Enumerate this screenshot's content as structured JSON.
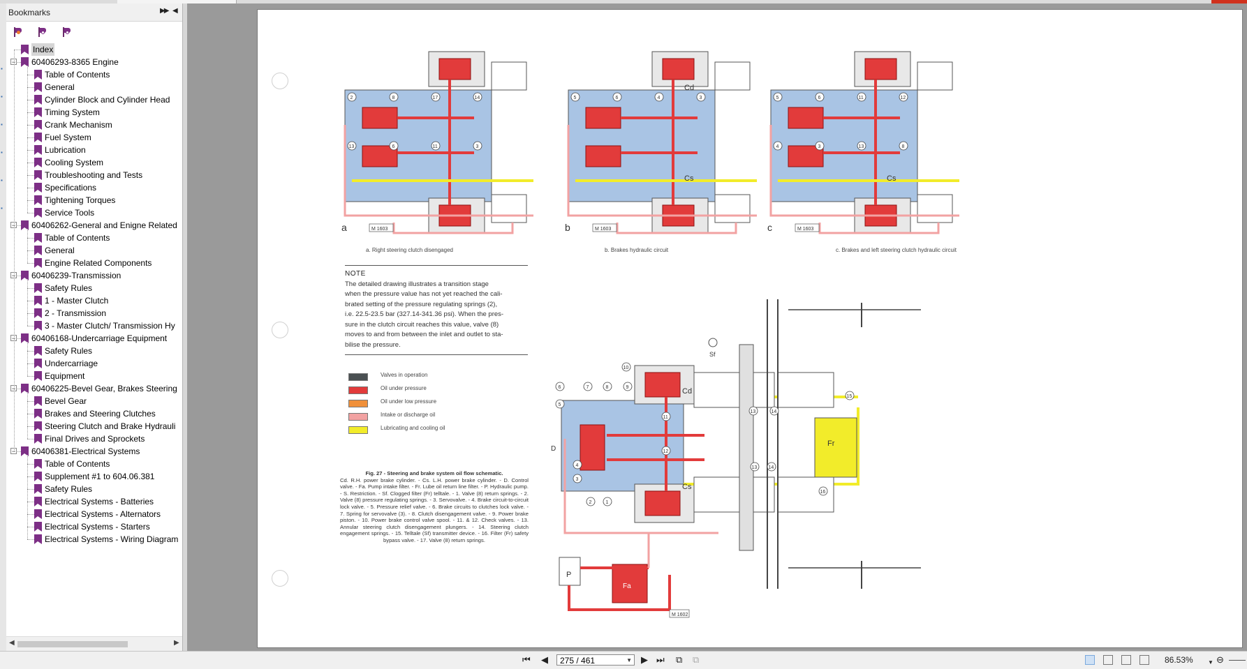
{
  "bookmarks": {
    "title": "Bookmarks",
    "items": [
      {
        "label": "Index",
        "level": 0,
        "selected": true
      },
      {
        "label": "60406293-8365 Engine",
        "level": 0,
        "toggle": "−"
      },
      {
        "label": "Table of Contents",
        "level": 1
      },
      {
        "label": "General",
        "level": 1
      },
      {
        "label": "Cylinder Block and Cylinder Head",
        "level": 1
      },
      {
        "label": "Timing System",
        "level": 1
      },
      {
        "label": "Crank Mechanism",
        "level": 1
      },
      {
        "label": "Fuel System",
        "level": 1
      },
      {
        "label": "Lubrication",
        "level": 1
      },
      {
        "label": "Cooling System",
        "level": 1
      },
      {
        "label": "Troubleshooting and Tests",
        "level": 1
      },
      {
        "label": "Specifications",
        "level": 1
      },
      {
        "label": "Tightening Torques",
        "level": 1
      },
      {
        "label": "Service Tools",
        "level": 1
      },
      {
        "label": "60406262-General and Enigne Related",
        "level": 0,
        "toggle": "−"
      },
      {
        "label": "Table of Contents",
        "level": 1
      },
      {
        "label": "General",
        "level": 1
      },
      {
        "label": "Engine Related Components",
        "level": 1
      },
      {
        "label": "60406239-Transmission",
        "level": 0,
        "toggle": "−"
      },
      {
        "label": "Safety Rules",
        "level": 1
      },
      {
        "label": "1 - Master Clutch",
        "level": 1
      },
      {
        "label": "2 - Transmission",
        "level": 1
      },
      {
        "label": "3 - Master Clutch/ Transmission Hy",
        "level": 1
      },
      {
        "label": "60406168-Undercarriage Equipment",
        "level": 0,
        "toggle": "−"
      },
      {
        "label": "Safety Rules",
        "level": 1
      },
      {
        "label": "Undercarriage",
        "level": 1
      },
      {
        "label": "Equipment",
        "level": 1
      },
      {
        "label": "60406225-Bevel Gear, Brakes Steering",
        "level": 0,
        "toggle": "−"
      },
      {
        "label": "Bevel Gear",
        "level": 1
      },
      {
        "label": "Brakes and Steering Clutches",
        "level": 1
      },
      {
        "label": "Steering Clutch and Brake Hydrauli",
        "level": 1
      },
      {
        "label": "Final Drives and Sprockets",
        "level": 1
      },
      {
        "label": "60406381-Electrical Systems",
        "level": 0,
        "toggle": "−"
      },
      {
        "label": "Table of Contents",
        "level": 1
      },
      {
        "label": "Supplement #1 to 604.06.381",
        "level": 1
      },
      {
        "label": "Safety Rules",
        "level": 1
      },
      {
        "label": "Electrical Systems - Batteries",
        "level": 1
      },
      {
        "label": "Electrical Systems - Alternators",
        "level": 1
      },
      {
        "label": "Electrical Systems - Starters",
        "level": 1
      },
      {
        "label": "Electrical Systems - Wiring Diagram",
        "level": 1
      }
    ]
  },
  "document": {
    "panel_labels": [
      "a",
      "b",
      "c"
    ],
    "panel_codes": [
      "M 1603",
      "M 1603",
      "M 1603",
      "M 1602"
    ],
    "captions": {
      "a": "a. Right steering clutch disengaged",
      "b": "b. Brakes hydraulic circuit",
      "c": "c. Brakes and left steering clutch hydraulic circuit"
    },
    "note": {
      "title": "NOTE",
      "lines": [
        "The detailed drawing illustrates a transition stage",
        "when the pressure value has not yet reached the cali-",
        "brated setting of the pressure regulating springs (2),",
        "i.e. 22.5-23.5 bar (327.14-341.36 psi).  When the pres-",
        "sure in the clutch circuit reaches this value, valve (8)",
        "moves to and from between the inlet and outlet to sta-",
        "bilise the pressure."
      ]
    },
    "legend": [
      {
        "label": "Valves in operation",
        "color": "#4a5052"
      },
      {
        "label": "Oil under pressure",
        "color": "#e23b3b"
      },
      {
        "label": "Oil under low pressure",
        "color": "#f0903a"
      },
      {
        "label": "Intake or discharge oil",
        "color": "#f2a2a2"
      },
      {
        "label": "Lubricating and cooling oil",
        "color": "#f2ec2a"
      }
    ],
    "figure": {
      "title": "Fig. 27 - Steering and brake system oil flow schematic.",
      "body": "Cd. R.H. power brake cylinder. - Cs. L.H. power brake cylinder. - D. Control valve. - Fa. Pump intake filter. - Fr. Lube oil return line filter. - P. Hydraulic pump. - S. Restriction. - Sf. Clogged filter (Fr) telltale. - 1. Valve (8) return springs. - 2. Valve (8) pressure regulating springs. - 3. Servovalve. - 4. Brake circuit-to-circuit lock valve. - 5. Pressure relief valve. - 6. Brake circuits to clutches lock valve. - 7. Spring for servovalve (3). - 8. Clutch disengagement valve. - 9. Power brake piston. - 10. Power brake control valve spool. - 11. & 12. Check valves. - 13. Annular steering clutch disengagement plungers. - 14. Steering clutch engagement springs. - 15. Telltale (Sf) transmitter device. - 16. Filter (Fr) safety bypass valve. - 17. Valve (8) return springs."
    },
    "diagram_labels": {
      "cd": "Cd",
      "cs": "Cs",
      "sf": "Sf",
      "d": "D",
      "p": "P",
      "fa": "Fa",
      "fr": "Fr",
      "numbers_a": [
        "2",
        "8",
        "17",
        "14",
        "13",
        "6",
        "11",
        "3"
      ],
      "numbers_b": [
        "5",
        "6",
        "4",
        "3"
      ],
      "numbers_c": [
        "5",
        "6",
        "11",
        "12",
        "4",
        "3",
        "13",
        "8"
      ],
      "numbers_main": [
        "10",
        "6",
        "5",
        "7",
        "8",
        "9",
        "11",
        "12",
        "4",
        "3",
        "2",
        "1",
        "13",
        "14",
        "15",
        "16",
        "13",
        "14"
      ]
    },
    "colors": {
      "red": "#e23b3b",
      "darkred": "#8a1212",
      "blue": "#a9c4e4",
      "yellow": "#f2ec2a",
      "orange": "#f0903a",
      "pink": "#f2a2a2",
      "gray": "#4a5052"
    }
  },
  "navigation": {
    "page_display": "275 / 461",
    "zoom": "86.53%"
  }
}
